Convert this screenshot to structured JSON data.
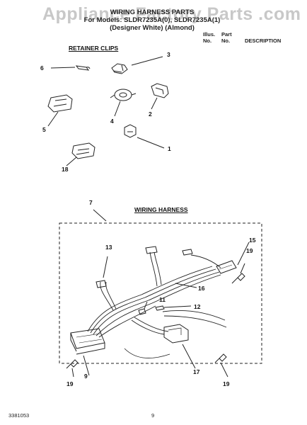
{
  "watermark": "Appliance Factory Parts .com",
  "header": {
    "title_line1": "WIRING HARNESS PARTS",
    "title_line2": "For Models: SLDR7235A(0), SLDR7235A(1)",
    "title_line3": "(Designer White) (Almond)",
    "col_illus": [
      "Illus.",
      "No."
    ],
    "col_part": [
      "Part",
      "No."
    ],
    "col_desc": "DESCRIPTION"
  },
  "sections": {
    "retainer_clips": "RETAINER CLIPS",
    "wiring_harness": "WIRING HARNESS"
  },
  "callouts": {
    "c1": "1",
    "c2": "2",
    "c3": "3",
    "c4": "4",
    "c5": "5",
    "c6": "6",
    "c7": "7",
    "c9": "9",
    "c11": "11",
    "c12": "12",
    "c13": "13",
    "c15": "15",
    "c16": "16",
    "c17": "17",
    "c18": "18",
    "c19a": "19",
    "c19b": "19",
    "c19c": "19"
  },
  "footer": {
    "doc_number": "3381053",
    "page_number": "9"
  }
}
